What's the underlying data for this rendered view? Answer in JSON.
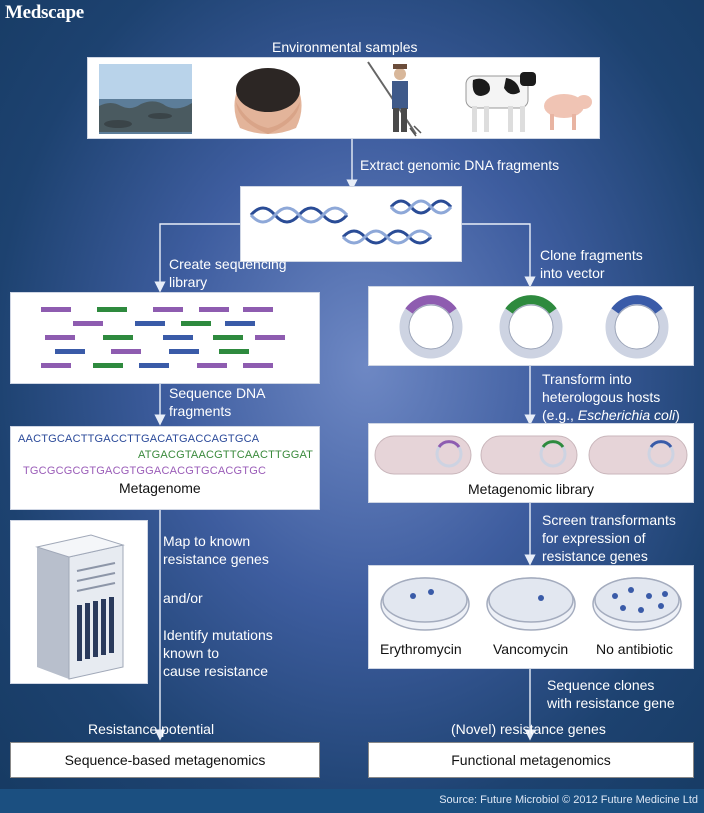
{
  "brand": "Medscape",
  "source": "Source: Future Microbiol © 2012 Future Medicine Ltd",
  "labels": {
    "environmental_samples": "Environmental samples",
    "extract": "Extract genomic DNA fragments",
    "create_library_1": "Create sequencing",
    "create_library_2": "library",
    "clone_1": "Clone fragments",
    "clone_2": "into vector",
    "sequence_1": "Sequence DNA",
    "sequence_2": "fragments",
    "transform_1": "Transform into",
    "transform_2": "heterologous hosts",
    "transform_3_prefix": "(e.g., ",
    "transform_3_italic": "Escherichia coli",
    "transform_3_suffix": ")",
    "metagenome": "Metagenome",
    "metagenomic_library": "Metagenomic library",
    "map_1": "Map to known",
    "map_2": "resistance genes",
    "andor": "and/or",
    "identify_1": "Identify mutations",
    "identify_2": "known to",
    "identify_3": "cause resistance",
    "screen_1": "Screen transformants",
    "screen_2": "for expression of",
    "screen_3": "resistance genes",
    "erythromycin": "Erythromycin",
    "vancomycin": "Vancomycin",
    "no_antibiotic": "No antibiotic",
    "seqclones_1": "Sequence clones",
    "seqclones_2": "with resistance gene",
    "resistance_potential": "Resistance potential",
    "novel_genes": "(Novel) resistance genes",
    "sequence_based": "Sequence-based metagenomics",
    "functional": "Functional metagenomics"
  },
  "sequences": {
    "seq1": "AACTGCACTTGACCTTGACATGACCAGTGCA",
    "seq2": "ATGACGTAACGTTCAACTTGGAT",
    "seq3": "TGCGCGCGTGACGTGGACACGTGCACGTGC"
  },
  "colors": {
    "purple": "#8e5cb0",
    "green": "#2e8a3e",
    "blue": "#3a5ba8",
    "seq_blue": "#2b4a9a",
    "seq_green": "#3a8a3c",
    "seq_purple": "#9a5cb8"
  },
  "icons": {
    "photos": [
      "seaside-photo",
      "soil-in-hands-photo",
      "farmer-photo",
      "cow-and-pig-photo"
    ],
    "server": "server-icon"
  }
}
